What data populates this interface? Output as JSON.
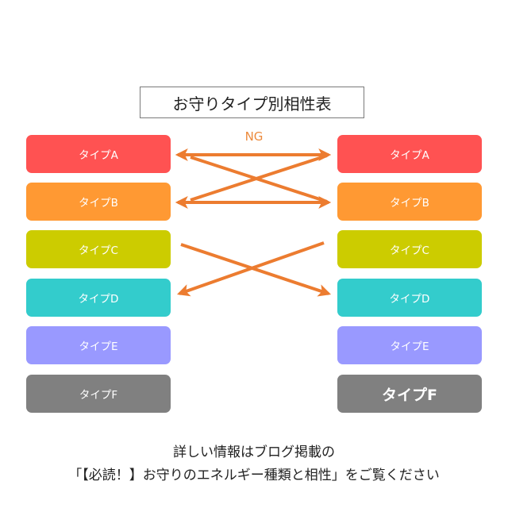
{
  "title": "お守りタイプ別相性表",
  "ng_label": "NG",
  "colors": {
    "arrow": "#ec7c30",
    "ng_text": "#ec8a3c"
  },
  "left_types": [
    {
      "label": "タイプA",
      "color": "#ff5252"
    },
    {
      "label": "タイプB",
      "color": "#ff9933"
    },
    {
      "label": "タイプC",
      "color": "#cccc00"
    },
    {
      "label": "タイプD",
      "color": "#33cccc"
    },
    {
      "label": "タイプE",
      "color": "#9999ff"
    },
    {
      "label": "タイプF",
      "color": "#808080"
    }
  ],
  "right_types": [
    {
      "label": "タイプA",
      "color": "#ff5252"
    },
    {
      "label": "タイプB",
      "color": "#ff9933"
    },
    {
      "label": "タイプC",
      "color": "#cccc00"
    },
    {
      "label": "タイプD",
      "color": "#33cccc"
    },
    {
      "label": "タイプE",
      "color": "#9999ff"
    },
    {
      "label": "タイプF",
      "color": "#808080"
    }
  ],
  "connections": [
    {
      "from": "left-A",
      "to": "right-A",
      "heads": "both"
    },
    {
      "from": "left-B",
      "to": "right-B",
      "heads": "both"
    },
    {
      "from": "left-A",
      "to": "right-B",
      "heads": "both"
    },
    {
      "from": "left-B",
      "to": "right-A",
      "heads": "both"
    },
    {
      "from": "left-C",
      "to": "right-D",
      "heads": "end"
    },
    {
      "from": "right-C",
      "to": "left-D",
      "heads": "end"
    }
  ],
  "footer": {
    "line1": "詳しい情報はブログ掲載の",
    "line2": "「【必読！】お守りのエネルギー種類と相性」をご覧ください"
  }
}
